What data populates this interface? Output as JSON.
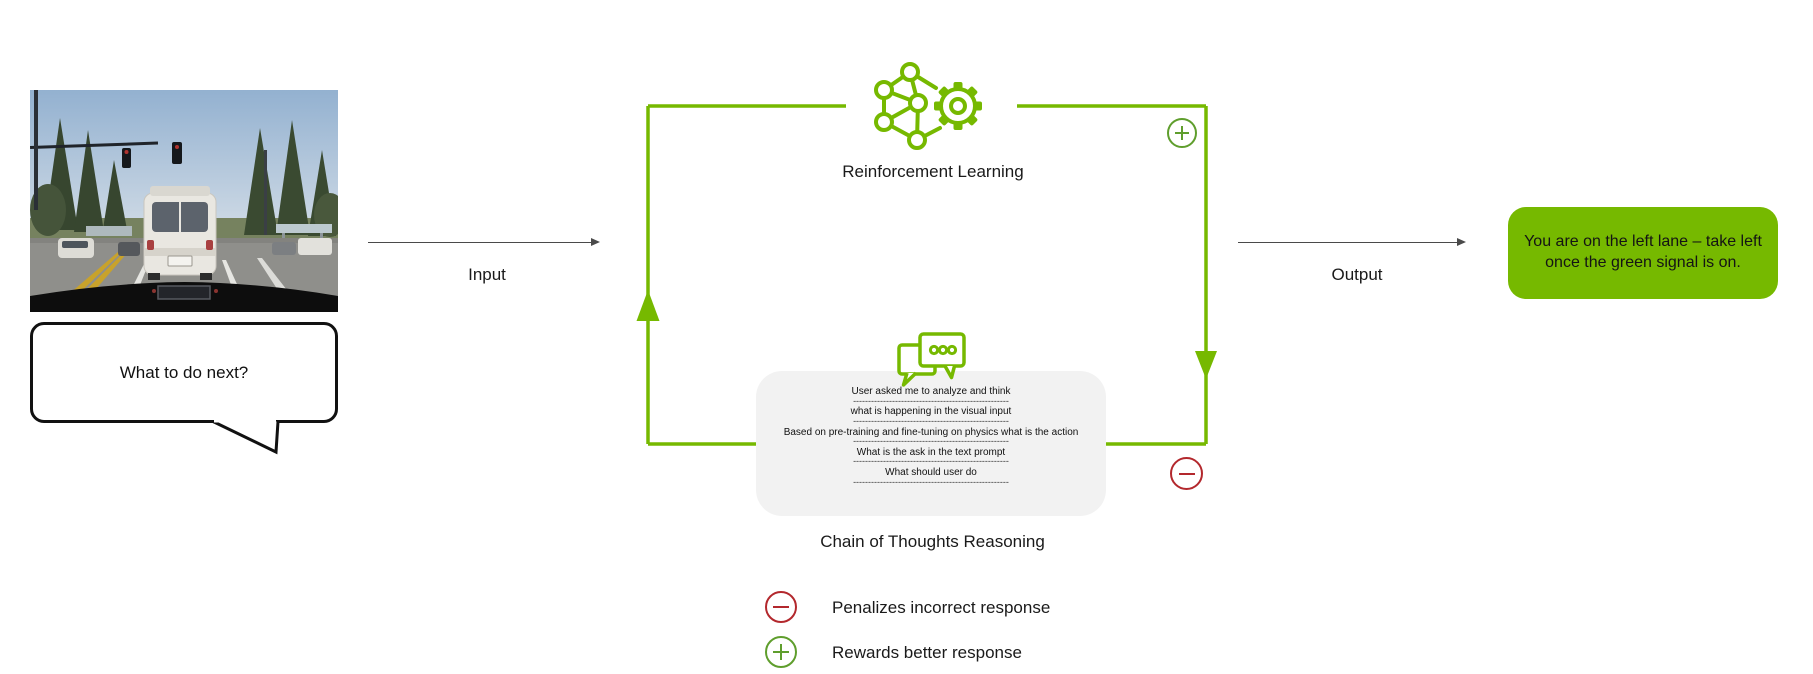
{
  "colors": {
    "accent_green": "#76b900",
    "plus_green": "#5f9e2d",
    "minus_red": "#b3282d",
    "text": "#1a1a1a",
    "arrow": "#4a4a4a",
    "cot_box_bg": "#f2f2f2"
  },
  "input_stage": {
    "photo_icon": "dashcam-road-photo",
    "user_prompt": "What to do next?",
    "arrow_label": "Input"
  },
  "loop": {
    "rl": {
      "icon": "neural-network-gear-icon",
      "label": "Reinforcement Learning"
    },
    "cot": {
      "icon": "chat-bubbles-icon",
      "label": "Chain of Thoughts Reasoning",
      "steps": [
        "User asked me to analyze and think",
        "what is happening in the visual input",
        "Based on pre-training and fine-tuning on physics what is the action",
        "What is the ask in the text prompt",
        "What should user do"
      ],
      "separator": "----------------------------------------------------"
    },
    "reward_icon": "plus-circle-icon",
    "penalty_icon": "minus-circle-icon"
  },
  "output_stage": {
    "arrow_label": "Output",
    "response": "You are on the left lane – take left once the green signal is on."
  },
  "legend": [
    {
      "icon": "minus-circle-icon",
      "label": "Penalizes incorrect response"
    },
    {
      "icon": "plus-circle-icon",
      "label": "Rewards better response"
    }
  ]
}
